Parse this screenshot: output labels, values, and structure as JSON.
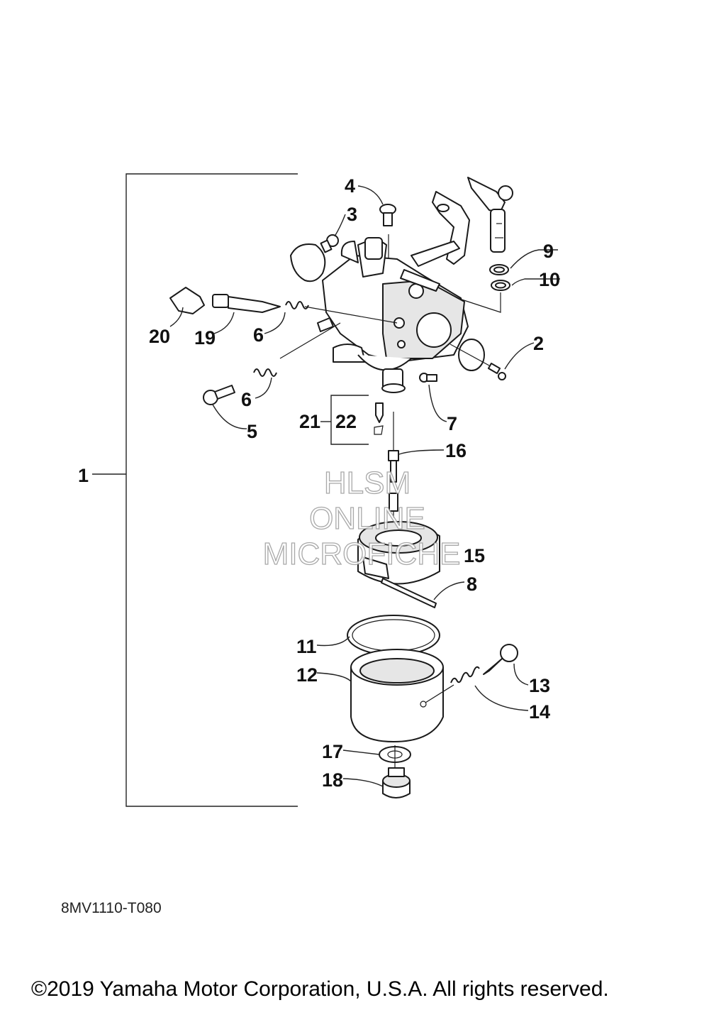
{
  "callouts": [
    "1",
    "2",
    "3",
    "4",
    "5",
    "6",
    "6",
    "7",
    "8",
    "9",
    "10",
    "11",
    "12",
    "13",
    "14",
    "15",
    "16",
    "17",
    "18",
    "19",
    "20",
    "21",
    "22"
  ],
  "watermark": [
    "HLSM",
    "ONLINE",
    "MICROFICHE"
  ],
  "diagram_code": "8MV1110-T080",
  "copyright": "©2019 Yamaha Motor Corporation, U.S.A. All rights reserved."
}
